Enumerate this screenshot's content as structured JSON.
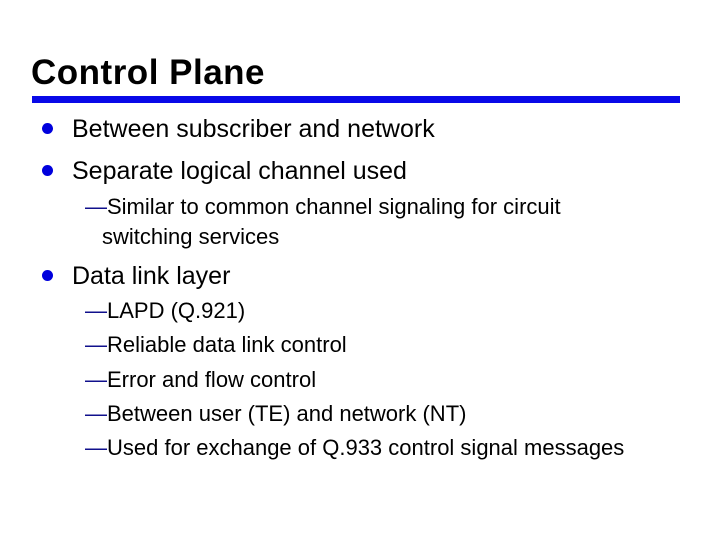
{
  "slide": {
    "title": "Control Plane",
    "colors": {
      "accent_rule": "#0909e8",
      "bullet_dot": "#0000dd",
      "dash_marker": "#10108c",
      "text": "#000000",
      "background": "#ffffff"
    },
    "dash_char": "—",
    "items": [
      {
        "level": 1,
        "text": "Between subscriber and network"
      },
      {
        "level": 1,
        "text": "Separate logical channel used"
      },
      {
        "level": 2,
        "lines": [
          "Similar to common channel signaling for circuit",
          "switching services"
        ]
      },
      {
        "level": 1,
        "text": "Data link layer"
      },
      {
        "level": 2,
        "lines": [
          "LAPD (Q.921)"
        ]
      },
      {
        "level": 2,
        "lines": [
          "Reliable data link control"
        ]
      },
      {
        "level": 2,
        "lines": [
          "Error and flow control"
        ]
      },
      {
        "level": 2,
        "lines": [
          "Between user (TE) and network (NT)"
        ]
      },
      {
        "level": 2,
        "lines": [
          "Used for exchange of Q.933 control signal messages"
        ]
      }
    ]
  }
}
